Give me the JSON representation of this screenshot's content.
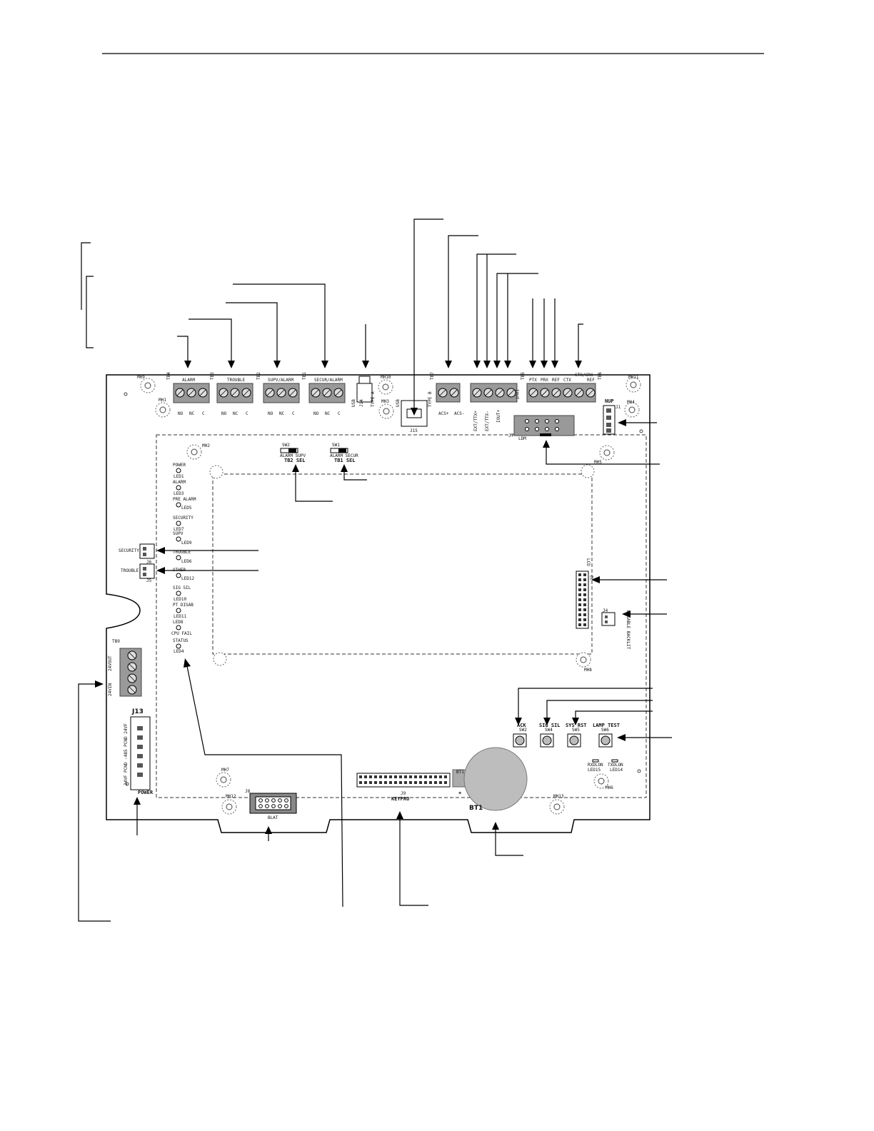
{
  "board": {
    "terminals_top": [
      {
        "ref": "TB4",
        "name": "ALARM",
        "pins": [
          "NO",
          "NC",
          "C"
        ]
      },
      {
        "ref": "TB3",
        "name": "TROUBLE",
        "pins": [
          "NO",
          "NC",
          "C"
        ]
      },
      {
        "ref": "TB2",
        "name": "SUPV/ALARM",
        "pins": [
          "NO",
          "NC",
          "C"
        ]
      },
      {
        "ref": "TB1",
        "name": "SECUR/ALARM",
        "pins": [
          "NO",
          "NC",
          "C"
        ]
      }
    ],
    "tb7": {
      "ref": "TB7",
      "pins": [
        "ACS+",
        "ACS-"
      ]
    },
    "tb8_pins": [
      "EXT/TTX+",
      "EXT/TTX-",
      "IOUT+",
      "IOUT-"
    ],
    "tb5": {
      "ref": "TB5",
      "pins": [
        "PTX",
        "PRX",
        "REF",
        "CTX",
        "CTX/CRX",
        "REF"
      ],
      "ref2": "TB6"
    },
    "usb_a": {
      "ref": "J14",
      "label": "USB",
      "type": "TYPE A"
    },
    "usb_b": {
      "ref": "J15",
      "label": "USB",
      "type": "TYPE B"
    },
    "mounting_holes": [
      "MH9",
      "MH1",
      "MH10",
      "MH3",
      "MH11",
      "MH4",
      "MH2",
      "MH5",
      "MH8",
      "MH7",
      "MH12",
      "MH13",
      "MH6"
    ],
    "nup": {
      "ref": "J1",
      "label": "NUP"
    },
    "ldm": {
      "ref": "J7",
      "label": "LDM"
    },
    "sw2": {
      "ref": "SW2",
      "opts": "ALARM SUPV",
      "name": "TB2 SEL"
    },
    "sw1": {
      "ref": "SW1",
      "opts": "ALARM SECUR",
      "name": "TB1 SEL"
    },
    "leds": [
      {
        "name": "POWER",
        "ref": "LED1"
      },
      {
        "name": "ALARM",
        "ref": "LED3"
      },
      {
        "name": "PRE ALARM",
        "ref": "LED5"
      },
      {
        "name": "SECURITY",
        "ref": "LED7"
      },
      {
        "name": "SUPV",
        "ref": "LED9"
      },
      {
        "name": "TROUBLE",
        "ref": "LED6"
      },
      {
        "name": "OTHER",
        "ref": "LED12"
      },
      {
        "name": "SIG SIL",
        "ref": "LED10"
      },
      {
        "name": "PT DISAB",
        "ref": "LED11"
      },
      {
        "name": "LED8",
        "ref": ""
      },
      {
        "name": "CPU FAIL",
        "ref": ""
      },
      {
        "name": "STATUS",
        "ref": "LED4"
      }
    ],
    "j6": {
      "ref": "J6",
      "label": "SECURITY"
    },
    "j5": {
      "ref": "J5",
      "label": "TROUBLE"
    },
    "lcd": {
      "ref": "J2",
      "label": "LCD"
    },
    "j4": {
      "ref": "J4",
      "label": "DISABLE BACKLIT"
    },
    "tb9": {
      "ref": "TB9",
      "top": "24VOUT",
      "bottom": "24VIN"
    },
    "j13": {
      "ref": "J13",
      "label": "POWER",
      "pins": "24VF PCND -485 PCND 24VF"
    },
    "buttons": [
      {
        "name": "ACK",
        "ref": "SW2"
      },
      {
        "name": "SIG SIL",
        "ref": "SW4"
      },
      {
        "name": "SYS RST",
        "ref": "SW5"
      },
      {
        "name": "LAMP TEST",
        "ref": "SW6"
      }
    ],
    "bottom_leds": [
      {
        "name": "RXDLON",
        "ref": "LED15"
      },
      {
        "name": "TXDLON",
        "ref": "LED14"
      }
    ],
    "j8": {
      "ref": "J8",
      "label": "BLAT"
    },
    "j9": {
      "ref": "J9",
      "label": "KEYPRO"
    },
    "battery": {
      "ref": "BT1",
      "label": "BT1",
      "polarity": "+"
    }
  }
}
